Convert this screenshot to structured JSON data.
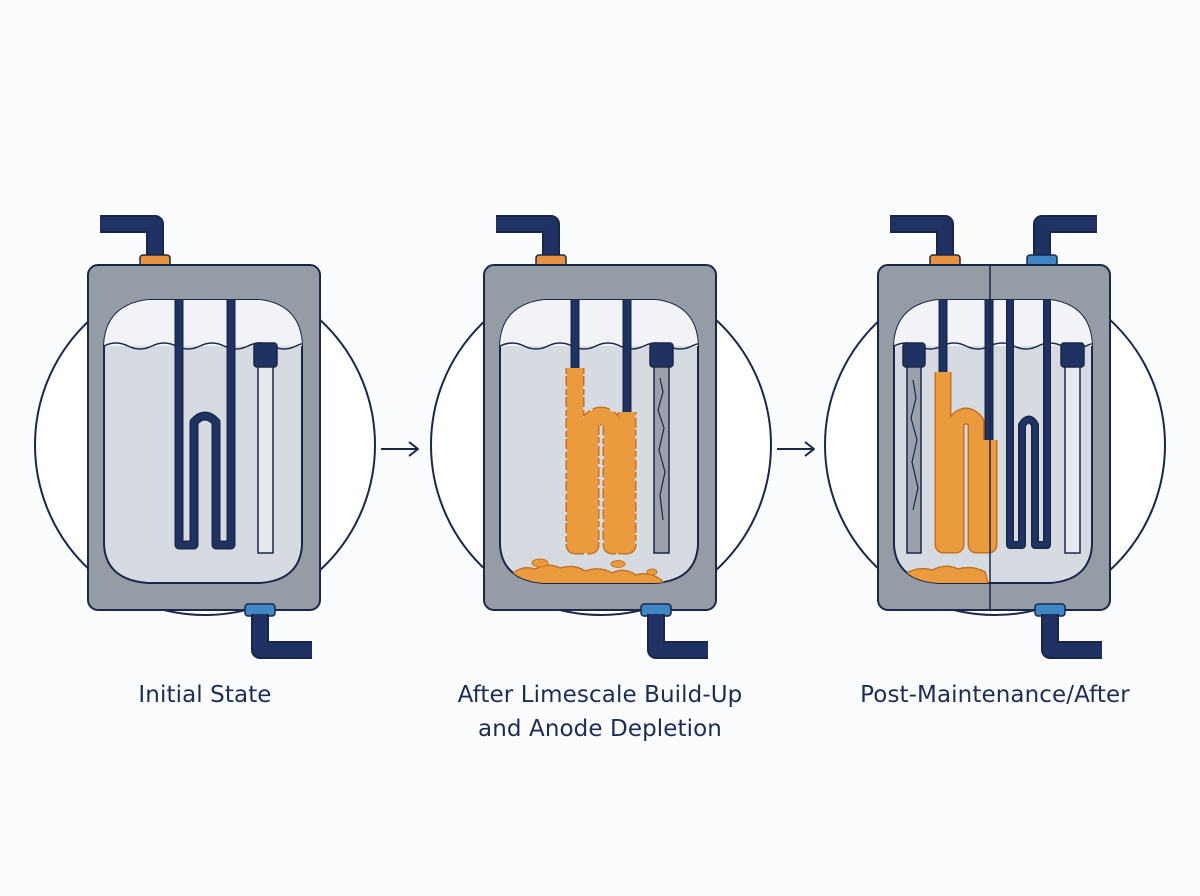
{
  "colors": {
    "navy": "#1f3263",
    "outline": "#1b2748",
    "steel": "#949ca6",
    "steel_dark": "#7d858f",
    "water": "#d6dbe2",
    "water_top": "#f1f3f6",
    "scale": "#ec9a3e",
    "scale_dark": "#c47322",
    "inlet_orange": "#e8923f",
    "inlet_blue": "#3f86c5",
    "anode_light": "#dfe3e8",
    "anode_depleted": "#9aa1aa"
  },
  "panels": [
    {
      "state": "clean",
      "caption_lines": [
        "Initial State"
      ]
    },
    {
      "state": "scaled",
      "caption_lines": [
        "After Limescale Build-Up",
        "and Anode Depletion"
      ]
    },
    {
      "state": "split",
      "caption_lines": [
        "Post-Maintenance/After"
      ]
    }
  ],
  "arrows": [
    {
      "from": "initial-state",
      "to": "after-limescale"
    },
    {
      "from": "after-limescale",
      "to": "post-maintenance"
    }
  ]
}
